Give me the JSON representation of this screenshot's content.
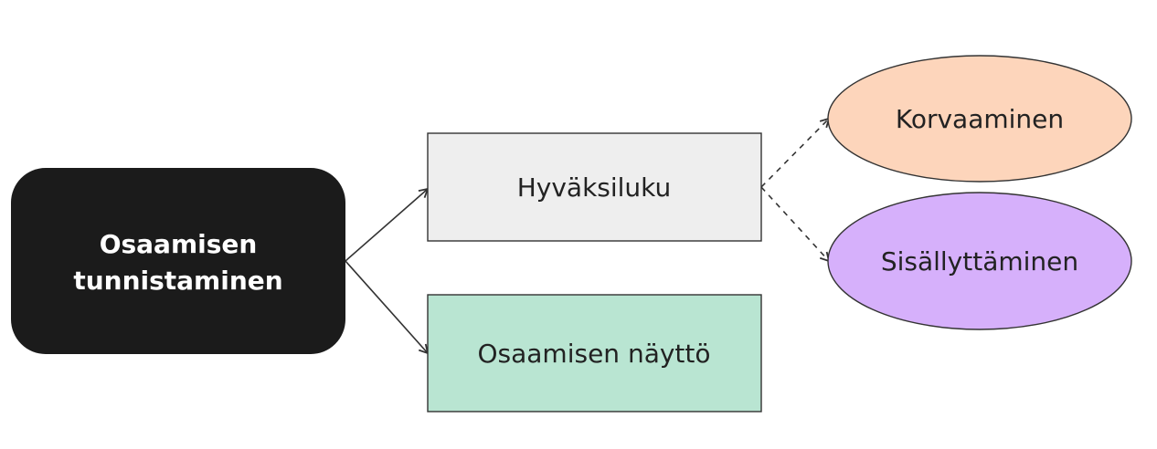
{
  "nodes": {
    "root": {
      "line1": "Osaamisen",
      "line2": "tunnistaminen",
      "fill": "#1b1b1b",
      "text_color": "#ffffff"
    },
    "hyvaksiluku": {
      "label": "Hyväksiluku",
      "fill": "#eeeeee"
    },
    "naytto": {
      "label": "Osaamisen näyttö",
      "fill": "#b9e5d2"
    },
    "korvaaminen": {
      "label": "Korvaaminen",
      "fill": "#fdd5bb"
    },
    "sisallyttaminen": {
      "label": "Sisällyttäminen",
      "fill": "#d6b0fb"
    }
  },
  "edges": [
    {
      "from": "root",
      "to": "hyvaksiluku",
      "style": "solid"
    },
    {
      "from": "root",
      "to": "naytto",
      "style": "solid"
    },
    {
      "from": "hyvaksiluku",
      "to": "korvaaminen",
      "style": "dashed"
    },
    {
      "from": "hyvaksiluku",
      "to": "sisallyttaminen",
      "style": "dashed"
    }
  ]
}
